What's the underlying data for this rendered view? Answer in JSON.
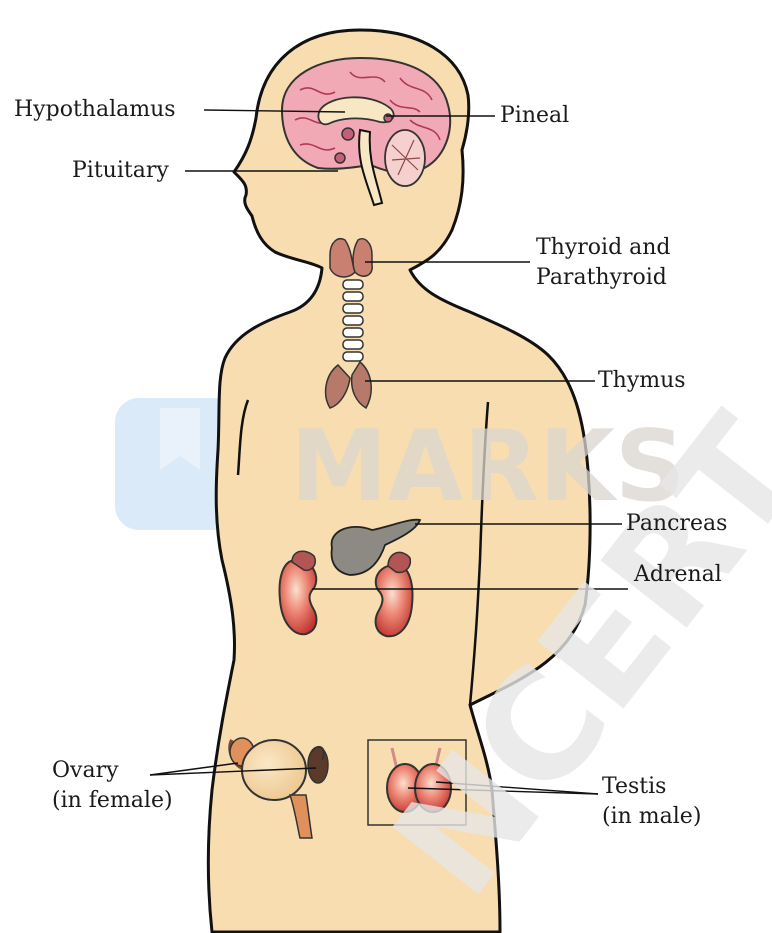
{
  "labels": {
    "hypothalamus": "Hypothalamus",
    "pituitary": "Pituitary",
    "pineal": "Pineal",
    "thyroid_line1": "Thyroid and",
    "thyroid_line2": "Parathyroid",
    "thymus": "Thymus",
    "pancreas": "Pancreas",
    "adrenal": "Adrenal",
    "ovary_line1": "Ovary",
    "ovary_line2": "(in female)",
    "testis_line1": "Testis",
    "testis_line2": "(in male)"
  },
  "watermark": {
    "text": "MARKS",
    "side_text": "NCERT"
  },
  "colors": {
    "skin": "#f7ddb0",
    "outline": "#111111",
    "brain": "#f2a9b6",
    "gland_red": "#d9534f",
    "gland_dark": "#8a5a4a",
    "watermark_blue": "#dbeaf8",
    "watermark_gray": "#d9d6cf"
  }
}
